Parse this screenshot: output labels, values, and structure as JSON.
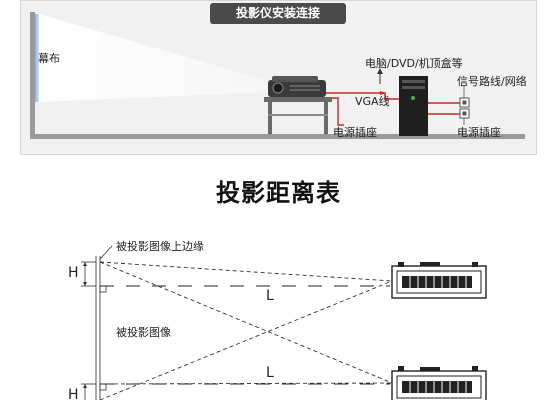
{
  "top": {
    "title": "投影仪安装连接",
    "screen_label": "幕布",
    "vga_label": "VGA线",
    "pc_label": "电脑/DVD/机顶盒等",
    "signal_label": "信号路线/网络",
    "power_label_left": "电源插座",
    "power_label_right": "电源插座"
  },
  "distance": {
    "title": "投影距离表",
    "top_edge_label": "被投影图像上边缘",
    "image_label": "被投影图像",
    "h_label_top": "H",
    "h_label_bottom": "H",
    "l_label_top": "L",
    "l_label_bottom": "L"
  }
}
